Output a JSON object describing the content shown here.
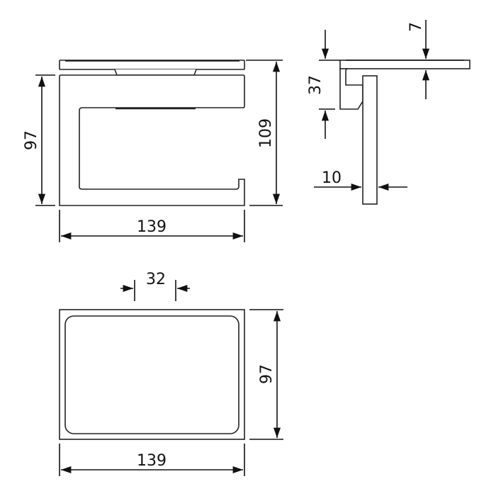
{
  "dimensions": {
    "front_height": "97",
    "front_total_height": "109",
    "front_width": "139",
    "side_bracket_height": "37",
    "side_shelf_thickness": "7",
    "side_bar_thickness": "10",
    "top_slot_width": "32",
    "top_depth": "97",
    "top_width": "139"
  },
  "colors": {
    "line": "#222222",
    "background": "#ffffff"
  }
}
